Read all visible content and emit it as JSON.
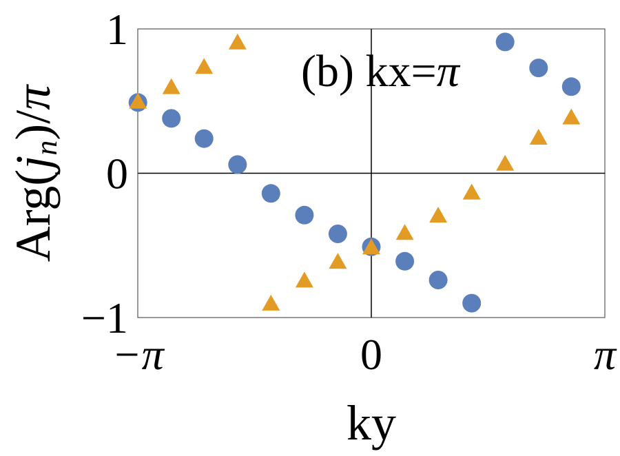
{
  "chart_data": {
    "type": "scatter",
    "title": "",
    "annotation": {
      "prefix": "(b) kx=",
      "symbol": "π"
    },
    "xlabel": "ky",
    "ylabel": {
      "func": "Arg(",
      "var": "j",
      "sub": "n",
      "close": ")",
      "slash": "/",
      "pi": "π"
    },
    "xlim": [
      -3.14159,
      3.14159
    ],
    "ylim": [
      -1,
      1
    ],
    "xticks": [
      {
        "value": -3.14159,
        "label": "−π"
      },
      {
        "value": 0,
        "label": "0"
      },
      {
        "value": 3.14159,
        "label": "π"
      }
    ],
    "yticks": [
      {
        "value": -1,
        "label": "−1"
      },
      {
        "value": 0,
        "label": "0"
      },
      {
        "value": 1,
        "label": "1"
      }
    ],
    "series": [
      {
        "marker": "circle",
        "color": "#5b7fbb",
        "points": [
          [
            -3.14,
            0.49
          ],
          [
            -2.69,
            0.38
          ],
          [
            -2.25,
            0.24
          ],
          [
            -1.8,
            0.06
          ],
          [
            -1.35,
            -0.14
          ],
          [
            -0.9,
            -0.29
          ],
          [
            -0.45,
            -0.42
          ],
          [
            0.0,
            -0.51
          ],
          [
            0.45,
            -0.61
          ],
          [
            0.9,
            -0.74
          ],
          [
            1.35,
            -0.9
          ],
          [
            1.8,
            0.91
          ],
          [
            2.25,
            0.73
          ],
          [
            2.69,
            0.6
          ]
        ]
      },
      {
        "marker": "triangle",
        "color": "#e29c25",
        "points": [
          [
            -3.14,
            0.49
          ],
          [
            -2.69,
            0.59
          ],
          [
            -2.25,
            0.73
          ],
          [
            -1.8,
            0.9
          ],
          [
            -1.35,
            -0.91
          ],
          [
            -0.9,
            -0.75
          ],
          [
            -0.45,
            -0.62
          ],
          [
            0.0,
            -0.52
          ],
          [
            0.45,
            -0.42
          ],
          [
            0.9,
            -0.3
          ],
          [
            1.35,
            -0.14
          ],
          [
            1.8,
            0.06
          ],
          [
            2.25,
            0.24
          ],
          [
            2.69,
            0.38
          ]
        ]
      }
    ],
    "grid": false
  }
}
